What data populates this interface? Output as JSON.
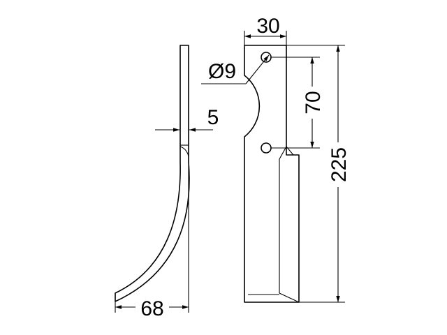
{
  "dimensions": {
    "top_width": "30",
    "hole_spacing": "70",
    "total_length": "225",
    "hole_diameter": "Ø9",
    "thickness": "5",
    "bottom_width": "68"
  }
}
